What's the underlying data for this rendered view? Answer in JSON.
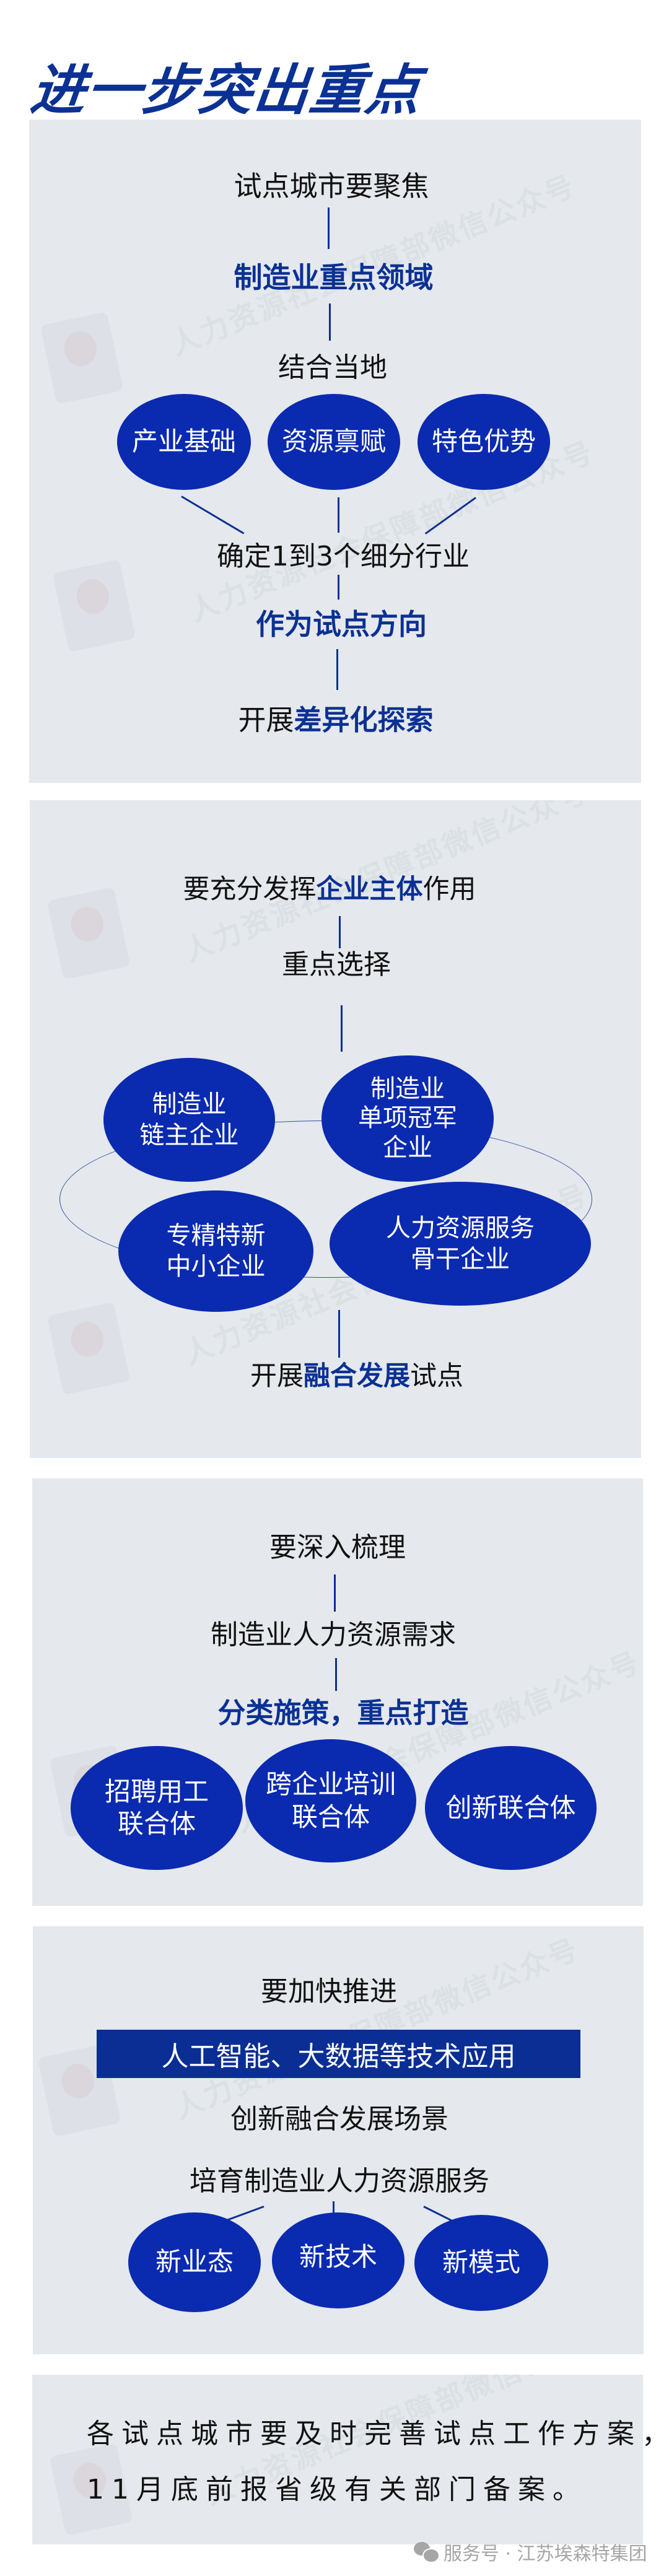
{
  "title": "进一步突出重点",
  "colors": {
    "title_blue": "#0a3193",
    "circle_blue": "#0a2ab0",
    "bar_blue": "#0a2e94",
    "panel_gray": "#e5e8ec",
    "footer_gray": "#a6a6a6"
  },
  "watermark": {
    "text": "人力资源社会保障部微信公众号",
    "emblem_icon": "national-emblem-icon"
  },
  "section1": {
    "step1": "试点城市要聚焦",
    "step2": "制造业重点领域",
    "step3": "结合当地",
    "circles": [
      "产业基础",
      "资源禀赋",
      "特色优势"
    ],
    "step4": "确定1到3个细分行业",
    "step5": "作为试点方向",
    "step6_prefix": "开展",
    "step6_bold": "差异化探索"
  },
  "section2": {
    "intro_prefix": "要充分发挥",
    "intro_bold": "企业主体",
    "intro_suffix": "作用",
    "step2": "重点选择",
    "ellipses": [
      {
        "line1": "制造业",
        "line2": "链主企业",
        "line3": ""
      },
      {
        "line1": "制造业",
        "line2": "单项冠军",
        "line3": "企业"
      },
      {
        "line1": "专精特新",
        "line2": "中小企业",
        "line3": ""
      },
      {
        "line1": "人力资源服务",
        "line2": "骨干企业",
        "line3": ""
      }
    ],
    "outro_prefix": "开展",
    "outro_bold": "融合发展",
    "outro_suffix": "试点"
  },
  "section3": {
    "step1": "要深入梳理",
    "step2": "制造业人力资源需求",
    "step3": "分类施策，重点打造",
    "circles": [
      {
        "line1": "招聘用工",
        "line2": "联合体"
      },
      {
        "line1": "跨企业培训",
        "line2": "联合体"
      },
      {
        "line1": "创新联合体",
        "line2": ""
      }
    ]
  },
  "section4": {
    "step1": "要加快推进",
    "bar": "人工智能、大数据等技术应用",
    "step2": "创新融合发展场景",
    "step3": "培育制造业人力资源服务",
    "circles": [
      "新业态",
      "新技术",
      "新模式"
    ]
  },
  "section5": {
    "line1": "各试点城市要及时完善试点工作方案，",
    "line2": "11月底前报省级有关部门备案。"
  },
  "footer": {
    "icon": "wechat-icon",
    "text": "服务号 · 江苏埃森特集团"
  }
}
